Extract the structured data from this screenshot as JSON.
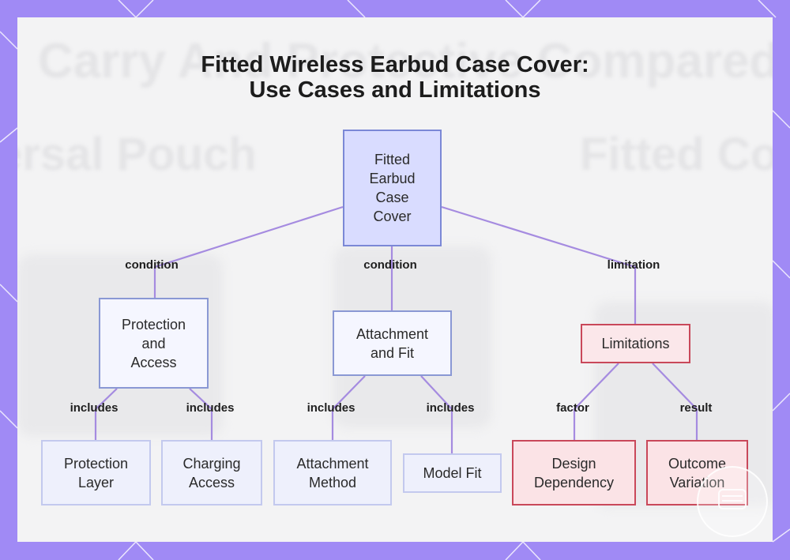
{
  "title_lines": [
    "Fitted Wireless Earbud Case Cover:",
    "Use Cases and Limitations"
  ],
  "ghost_text": {
    "title": "Carry And Protective Compared",
    "left": "ersal Pouch",
    "right": "Fitted Co"
  },
  "nodes": {
    "root": [
      "Fitted",
      "Earbud",
      "Case",
      "Cover"
    ],
    "protection_access": [
      "Protection",
      "and",
      "Access"
    ],
    "attachment_fit": [
      "Attachment",
      "and Fit"
    ],
    "limitations": [
      "Limitations"
    ],
    "protection_layer": [
      "Protection",
      "Layer"
    ],
    "charging_access": [
      "Charging",
      "Access"
    ],
    "attachment_method": [
      "Attachment",
      "Method"
    ],
    "model_fit": [
      "Model Fit"
    ],
    "design_dependency": [
      "Design",
      "Dependency"
    ],
    "outcome_variation": [
      "Outcome",
      "Variation"
    ]
  },
  "edge_labels": {
    "root_protection": "condition",
    "root_attachment": "condition",
    "root_limitations": "limitation",
    "protection_layer": "includes",
    "protection_charging": "includes",
    "attachment_method": "includes",
    "attachment_model": "includes",
    "limitations_design": "factor",
    "limitations_outcome": "result"
  },
  "colors": {
    "background": "#a08af5",
    "panel": "#f3f3f4",
    "edge": "#a58be0",
    "root_fill": "#d9dcff",
    "limit_border": "#c9485a"
  }
}
